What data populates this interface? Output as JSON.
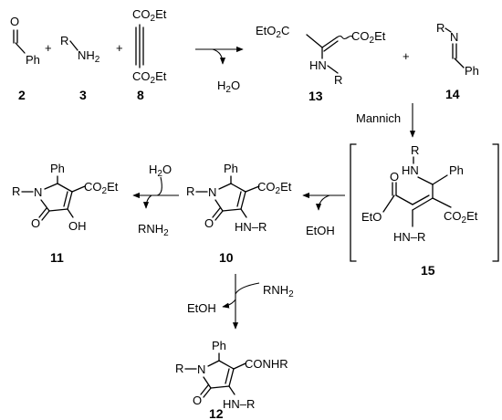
{
  "scheme": {
    "compounds": {
      "c2": {
        "number": "2",
        "atoms": {
          "o": "O",
          "ph": "Ph"
        }
      },
      "c3": {
        "number": "3",
        "atoms": {
          "r": "R",
          "nh": "NH",
          "nh_sub": "2"
        }
      },
      "c8": {
        "number": "8",
        "atoms": {
          "top": "CO",
          "top_sub": "2",
          "top_end": "Et",
          "bot": "CO",
          "bot_sub": "2",
          "bot_end": "Et"
        }
      },
      "c13": {
        "number": "13",
        "atoms": {
          "left": "EtO",
          "left_sub": "2",
          "left_end": "C",
          "right": "CO",
          "right_sub": "2",
          "right_end": "Et",
          "hn": "HN",
          "r": "R"
        }
      },
      "c14": {
        "number": "14",
        "atoms": {
          "r": "R",
          "n": "N",
          "ph": "Ph"
        }
      },
      "c15": {
        "number": "15",
        "atoms": {
          "r_top": "R",
          "hn": "HN",
          "ph": "Ph",
          "o": "O",
          "eto": "EtO",
          "right": "CO",
          "right_sub": "2",
          "right_end": "Et",
          "hn_r": "HN–R"
        }
      },
      "c10": {
        "number": "10",
        "atoms": {
          "ph": "Ph",
          "r": "R",
          "n": "N",
          "right": "CO",
          "right_sub": "2",
          "right_end": "Et",
          "o": "O",
          "hn_r": "HN–R"
        }
      },
      "c11": {
        "number": "11",
        "atoms": {
          "ph": "Ph",
          "r": "R",
          "n": "N",
          "right": "CO",
          "right_sub": "2",
          "right_end": "Et",
          "o": "O",
          "oh": "OH"
        }
      },
      "c12": {
        "number": "12",
        "atoms": {
          "ph": "Ph",
          "r": "R",
          "n": "N",
          "right": "CONHR",
          "o": "O",
          "hn_r": "HN–R"
        }
      }
    },
    "operators": {
      "plus": "+"
    },
    "reagents": {
      "water_out": {
        "main": "H",
        "sub": "2",
        "end": "O"
      },
      "mannich": "Mannich",
      "etoh_15": "EtOH",
      "water_in": {
        "main": "H",
        "sub": "2",
        "end": "O"
      },
      "rnh2_out": {
        "main": "RNH",
        "sub": "2"
      },
      "rnh2_in": {
        "main": "RNH",
        "sub": "2"
      },
      "etoh_10": "EtOH"
    }
  }
}
